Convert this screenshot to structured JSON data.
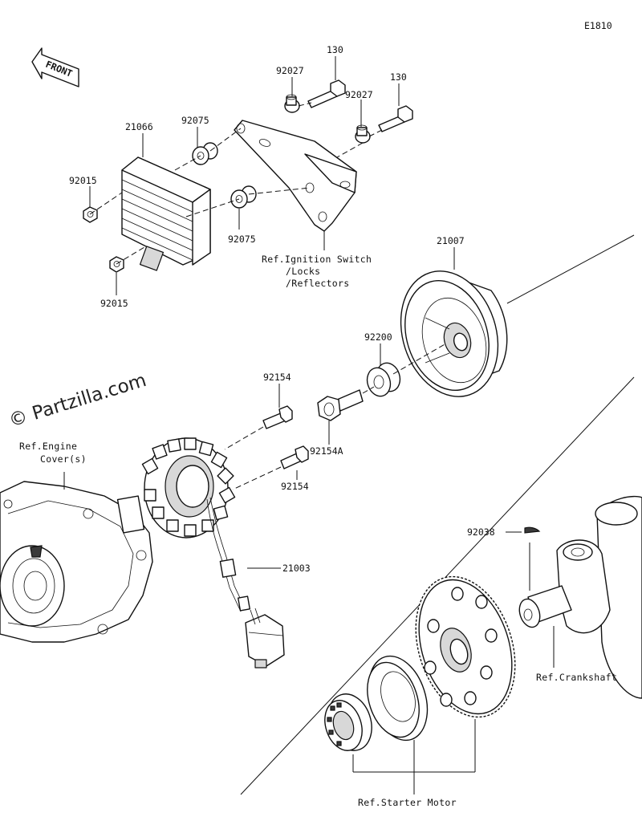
{
  "diagram": {
    "code": "E1810",
    "watermark": "© Partzilla.com",
    "front_label": "FRONT",
    "parts": {
      "p21066": "21066",
      "p92015a": "92015",
      "p92015b": "92015",
      "p92075a": "92075",
      "p92075b": "92075",
      "p92027a": "92027",
      "p92027b": "92027",
      "p130a": "130",
      "p130b": "130",
      "p21007": "21007",
      "p92200": "92200",
      "p92154a": "92154",
      "p92154b": "92154",
      "p92154A": "92154A",
      "p21003": "21003",
      "p92038": "92038"
    },
    "references": {
      "ignition_line1": "Ref.Ignition Switch",
      "ignition_line2": "/Locks",
      "ignition_line3": "/Reflectors",
      "engine_line1": "Ref.Engine",
      "engine_line2": "Cover(s)",
      "crankshaft": "Ref.Crankshaft",
      "starter": "Ref.Starter Motor"
    }
  }
}
